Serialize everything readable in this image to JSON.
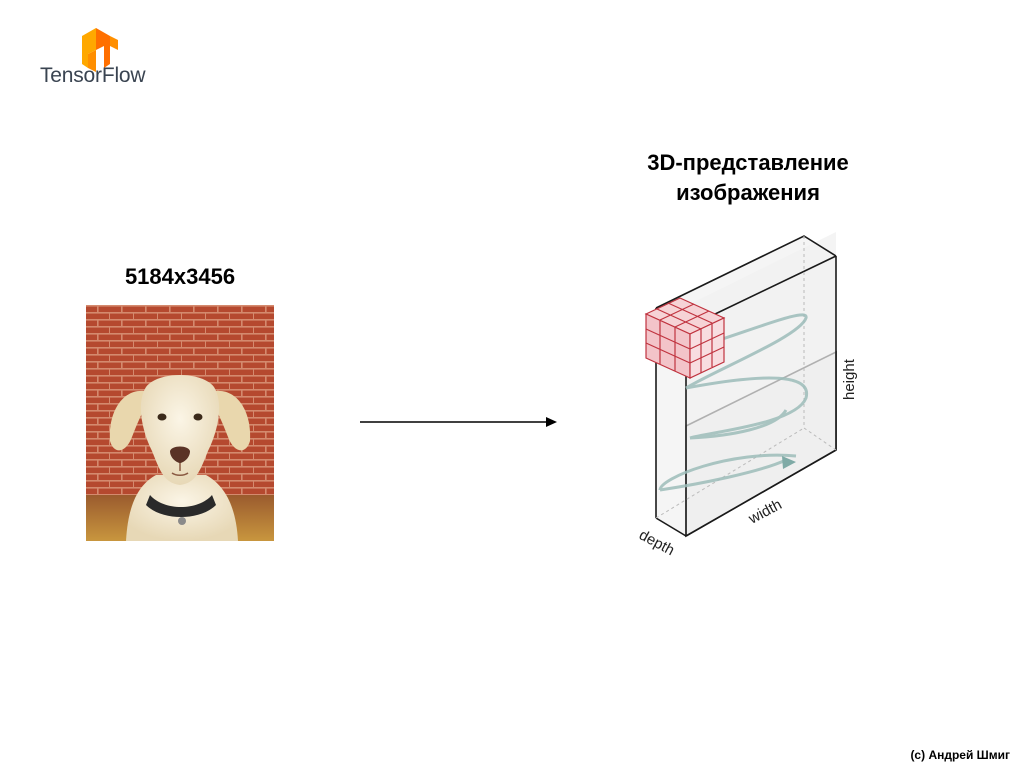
{
  "brand": {
    "logo_icon": "tensorflow-logo-icon",
    "name": "TensorFlow",
    "colors": {
      "logo_light": "#ffa800",
      "logo_dark": "#ff6f00",
      "text": "#3a4451"
    }
  },
  "image_panel": {
    "size_label": "5184x3456",
    "photo": "dog-photo"
  },
  "diagram": {
    "title_line1": "3D-представление",
    "title_line2": "изображения",
    "axis_labels": {
      "height": "height",
      "width": "width",
      "depth": "depth"
    },
    "colors": {
      "cube_fill": "#f6d3d6",
      "cube_stroke": "#c0333f",
      "path": "#9dbdba",
      "box": "#1a1a1a",
      "face": "#ececec"
    }
  },
  "footer": {
    "copyright": "(c) Андрей Шмиг"
  }
}
